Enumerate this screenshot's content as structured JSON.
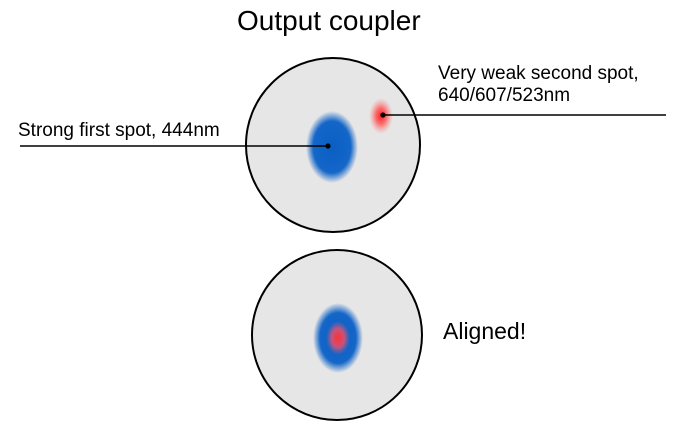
{
  "title": "Output coupler",
  "labels": {
    "weak_spot_line1": "Very weak second spot,",
    "weak_spot_line2": "640/607/523nm",
    "strong_spot": "Strong first spot, 444nm",
    "aligned": "Aligned!"
  },
  "colors": {
    "disc_fill": "#e6e6e6",
    "disc_stroke": "#000000",
    "blue_spot": "#0b62c4",
    "red_spot": "#ff2a2a"
  }
}
